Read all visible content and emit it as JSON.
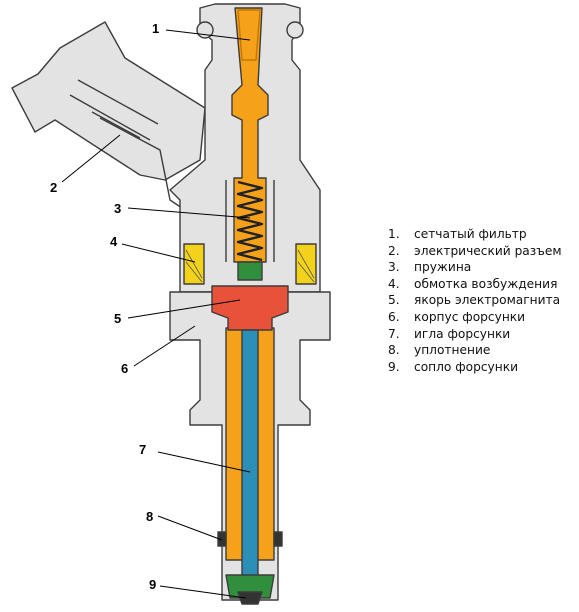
{
  "callouts": [
    "1",
    "2",
    "3",
    "4",
    "5",
    "6",
    "7",
    "8",
    "9"
  ],
  "legend": [
    {
      "num": "1.",
      "text": "сетчатый фильтр"
    },
    {
      "num": "2.",
      "text": "электрический разъем"
    },
    {
      "num": "3.",
      "text": "пружина"
    },
    {
      "num": "4.",
      "text": "обмотка возбуждения"
    },
    {
      "num": "5.",
      "text": "якорь электромагнита"
    },
    {
      "num": "6.",
      "text": "корпус форсунки"
    },
    {
      "num": "7.",
      "text": "игла форсунки"
    },
    {
      "num": "8.",
      "text": "уплотнение"
    },
    {
      "num": "9.",
      "text": "сопло форсунки"
    }
  ],
  "colors": {
    "body": "#e3e3e3",
    "outline": "#3c3c3c",
    "fuel": "#f5a21a",
    "armature": "#e8513a",
    "needle": "#2b8fb8",
    "spring_seat": "#2f8f3c",
    "coil": "#f2d21a"
  }
}
